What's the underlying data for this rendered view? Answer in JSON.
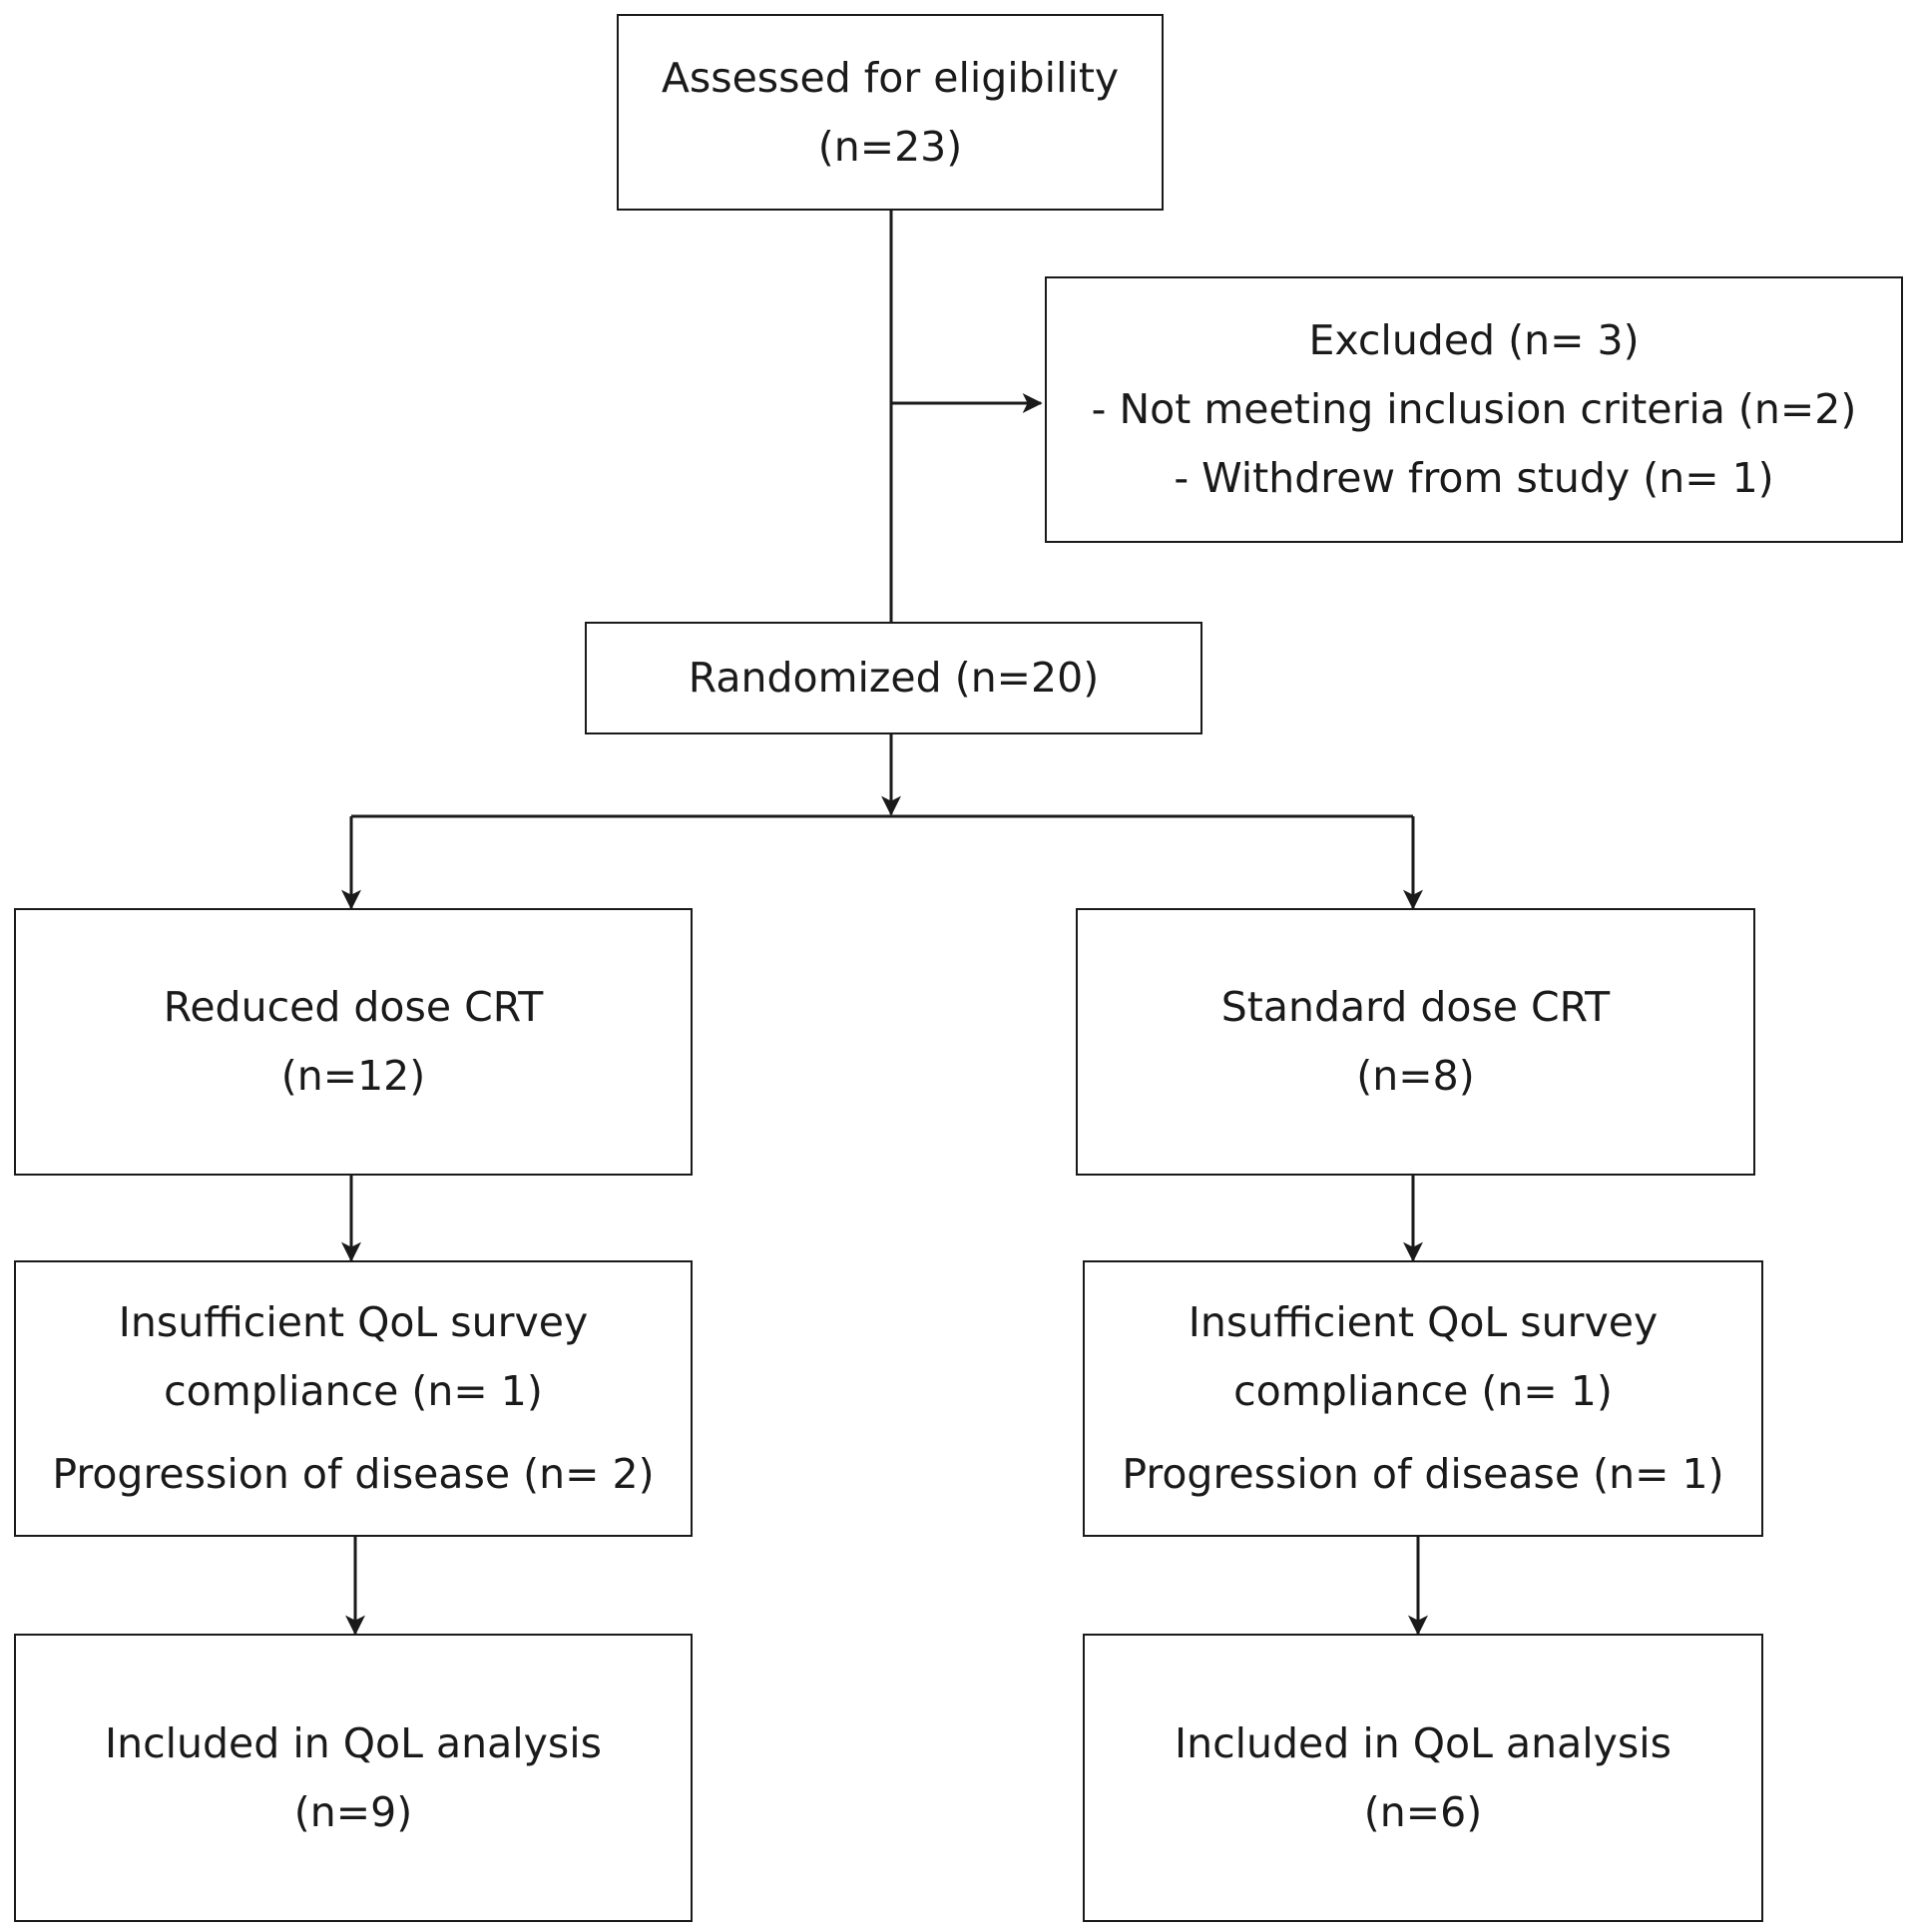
{
  "assessed": {
    "title": "Assessed for eligibility",
    "n": "(n=23)"
  },
  "excluded": {
    "title": "Excluded (n= 3)",
    "reasons": [
      "- Not meeting inclusion criteria (n=2)",
      "- Withdrew from study (n= 1)"
    ]
  },
  "randomized": {
    "label": "Randomized (n=20)"
  },
  "arms": [
    {
      "allocation": {
        "title": "Reduced dose CRT",
        "n": "(n=12)"
      },
      "losses": {
        "line1": "Insufficient QoL survey",
        "line2": "compliance (n= 1)",
        "line3": "Progression of disease (n= 2)"
      },
      "analysis": {
        "title": "Included in QoL analysis",
        "n": "(n=9)"
      }
    },
    {
      "allocation": {
        "title": "Standard dose CRT",
        "n": "(n=8)"
      },
      "losses": {
        "line1": "Insufficient QoL survey",
        "line2": "compliance (n= 1)",
        "line3": "Progression of disease (n= 1)"
      },
      "analysis": {
        "title": "Included in QoL analysis",
        "n": "(n=6)"
      }
    }
  ]
}
